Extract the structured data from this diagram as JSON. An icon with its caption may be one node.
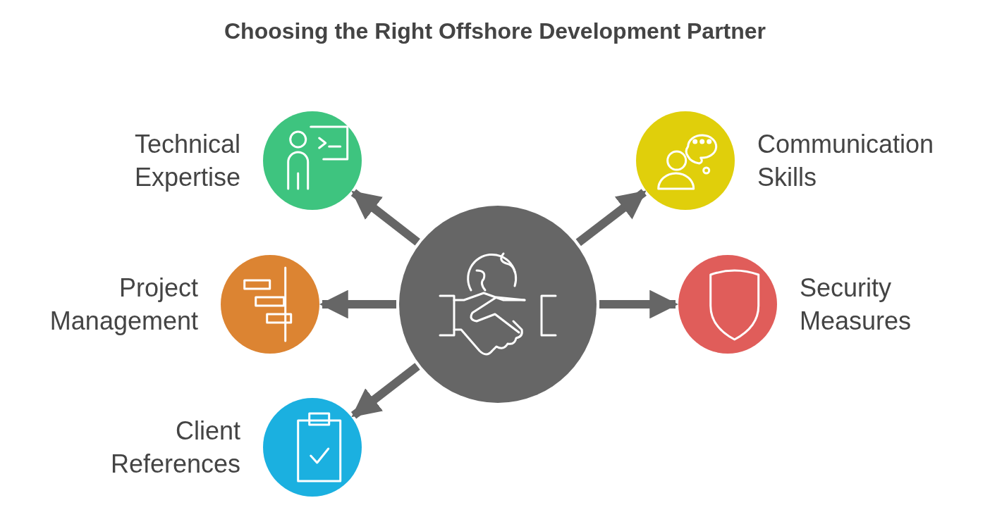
{
  "diagram": {
    "title": "Choosing the Right Offshore Development Partner",
    "nodes": [
      {
        "text": [
          "Technical Expertise"
        ]
      },
      {
        "text": [
          "Communication Skills"
        ]
      },
      {
        "text": [
          "Project Management"
        ]
      },
      {
        "text": [],
        "shape": "circle"
      },
      {
        "text": [
          "Security Measures"
        ]
      },
      {
        "text": [
          "Client References"
        ]
      }
    ],
    "edges": [
      {
        "from": 3,
        "to": 0,
        "arrow": "to"
      },
      {
        "from": 3,
        "to": 1,
        "arrow": "to"
      },
      {
        "from": 3,
        "to": 2,
        "arrow": "to"
      },
      {
        "from": 3,
        "to": 4,
        "arrow": "to"
      },
      {
        "from": 3,
        "to": 5,
        "arrow": "to"
      }
    ]
  }
}
